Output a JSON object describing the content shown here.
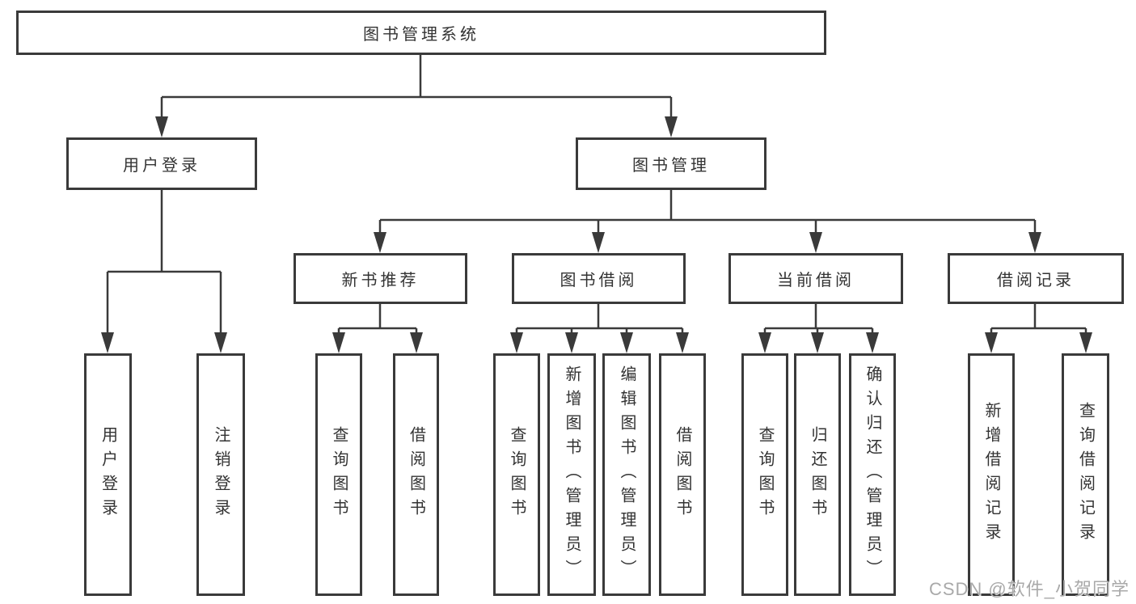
{
  "tree": {
    "root": {
      "label": "图书管理系统",
      "children": [
        {
          "label": "用户登录",
          "children": [
            {
              "label": "用户登录"
            },
            {
              "label": "注销登录"
            }
          ]
        },
        {
          "label": "图书管理",
          "children": [
            {
              "label": "新书推荐",
              "children": [
                {
                  "label": "查询图书"
                },
                {
                  "label": "借阅图书"
                }
              ]
            },
            {
              "label": "图书借阅",
              "children": [
                {
                  "label": "查询图书"
                },
                {
                  "label": "新增图书（管理员）"
                },
                {
                  "label": "编辑图书（管理员）"
                },
                {
                  "label": "借阅图书"
                }
              ]
            },
            {
              "label": "当前借阅",
              "children": [
                {
                  "label": "查询图书"
                },
                {
                  "label": "归还图书"
                },
                {
                  "label": "确认归还（管理员）"
                }
              ]
            },
            {
              "label": "借阅记录",
              "children": [
                {
                  "label": "新增借阅记录"
                },
                {
                  "label": "查询借阅记录"
                }
              ]
            }
          ]
        }
      ]
    }
  },
  "watermark": {
    "text": "CSDN @软件_小贺同学"
  },
  "colors": {
    "line": "#3a3a3a",
    "text": "#333333",
    "watermark": "#a9a9a9",
    "background": "#ffffff"
  }
}
